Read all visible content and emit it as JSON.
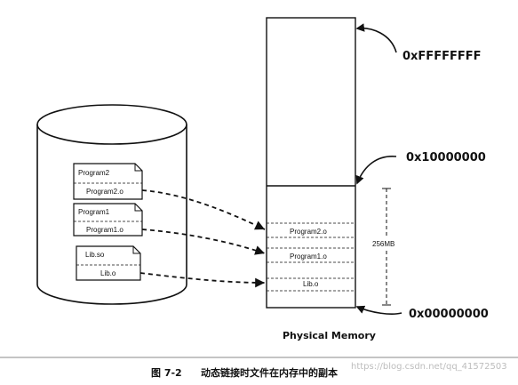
{
  "memory": {
    "title": "Physical Memory",
    "addresses": {
      "top": "0xFFFFFFFF",
      "mid": "0x10000000",
      "bottom": "0x00000000"
    },
    "size_label": "256MB",
    "segments": [
      "Program2.o",
      "Program1.o",
      "Lib.o"
    ]
  },
  "disk": {
    "files": [
      {
        "name": "Program2",
        "section": "Program2.o"
      },
      {
        "name": "Program1",
        "section": "Program1.o"
      },
      {
        "name": "Lib.so",
        "section": "Lib.o"
      }
    ]
  },
  "caption": {
    "figure": "图 7-2",
    "text": "动态链接时文件在内存中的副本"
  },
  "watermark": "https://blog.csdn.net/qq_41572503"
}
